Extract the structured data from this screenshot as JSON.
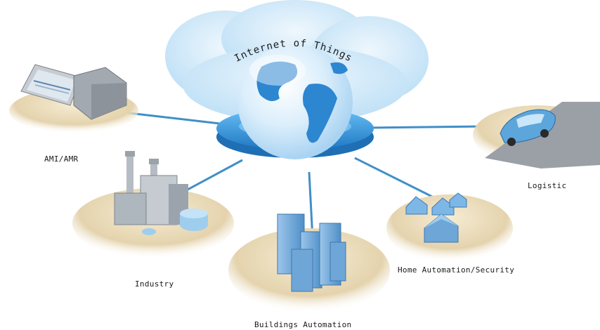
{
  "hub": {
    "title": "Internet of Things"
  },
  "nodes": [
    {
      "id": "ami-amr",
      "label": "AMI/AMR"
    },
    {
      "id": "logistic",
      "label": "Logistic"
    },
    {
      "id": "industry",
      "label": "Industry"
    },
    {
      "id": "buildings-automation",
      "label": "Buildings Automation"
    },
    {
      "id": "home-automation",
      "label": "Home Automation/Security"
    }
  ],
  "colors": {
    "connector": "#3f8fc8",
    "platform": "#e4d4b0",
    "hub_ring": "#2f8fd8",
    "cloud": "#d7ecfa"
  }
}
